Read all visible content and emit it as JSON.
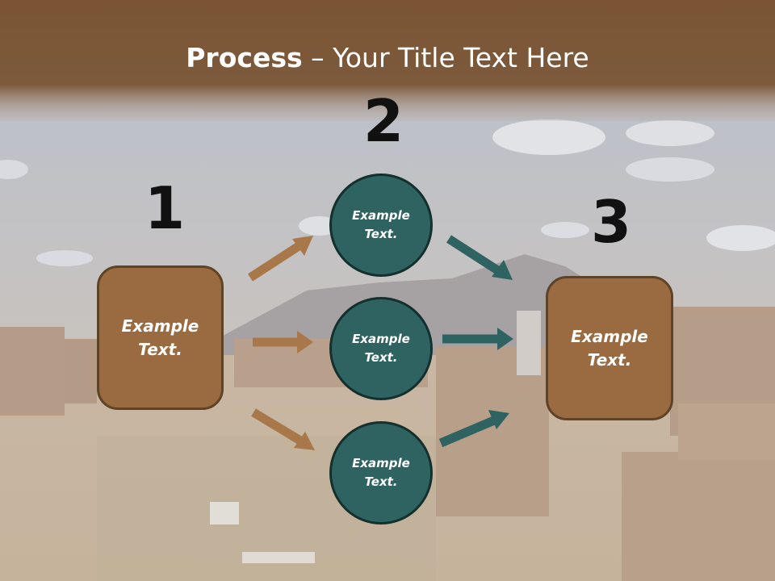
{
  "title": {
    "bold": "Process",
    "rest": " – Your Title Text Here"
  },
  "steps": [
    "1",
    "2",
    "3"
  ],
  "left_box": {
    "text": "Example\nText."
  },
  "middle_circles": [
    {
      "text": "Example\nText."
    },
    {
      "text": "Example\nText."
    },
    {
      "text": "Example\nText."
    }
  ],
  "right_box": {
    "text": "Example\nText."
  },
  "colors": {
    "header": "#7a5434",
    "box_fill": "#9a6b41",
    "circle_fill": "#2f6362",
    "arrow_brown": "#a9784a",
    "arrow_teal": "#2f6362"
  }
}
